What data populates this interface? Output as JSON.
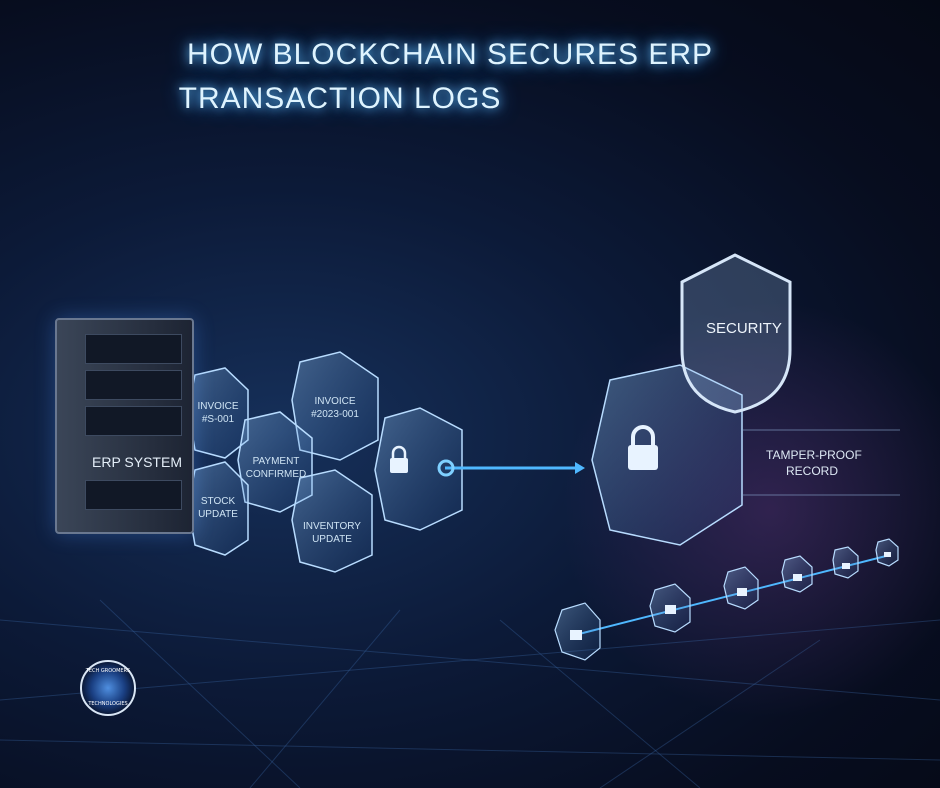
{
  "title": {
    "line1": "HOW BLOCKCHAIN SECURES ERP",
    "line2": "TRANSACTION LOGS"
  },
  "server": {
    "label": "ERP SYSTEM"
  },
  "blocks": [
    {
      "line1": "INVOICE",
      "line2": "#S-001"
    },
    {
      "line1": "INVOICE",
      "line2": "#2023-001"
    },
    {
      "line1": "PAYMENT",
      "line2": "CONFIRMED"
    },
    {
      "line1": "STOCK",
      "line2": "UPDATE"
    },
    {
      "line1": "INVENTORY",
      "line2": "UPDATE"
    }
  ],
  "shield": {
    "label": "SECURITY"
  },
  "record": {
    "line1": "TAMPER-PROOF",
    "line2": "RECORD"
  },
  "logo": {
    "line1": "TECH GROOMERS",
    "line2": "TECHNOLOGIES"
  },
  "colors": {
    "accent": "#4fb8ff",
    "background": "#0a1530"
  }
}
